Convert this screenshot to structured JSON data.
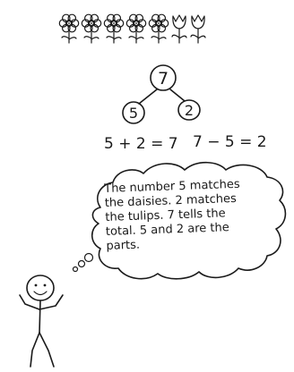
{
  "flowers": {
    "daisy_icon": "daisy-icon",
    "tulip_icon": "tulip-icon",
    "daisy_count": 5,
    "tulip_count": 2
  },
  "number_bond": {
    "whole": "7",
    "parts": [
      "5",
      "2"
    ]
  },
  "equations": {
    "addition": "5 + 2 = 7",
    "subtraction": "7 − 5 = 2"
  },
  "thought_bubble": {
    "lines": [
      "The number 5 matches",
      "the daisies. 2 matches",
      "the tulips. 7 tells the",
      "total. 5 and 2 are the",
      "parts."
    ]
  },
  "character": {
    "icon": "stick-figure-icon"
  }
}
